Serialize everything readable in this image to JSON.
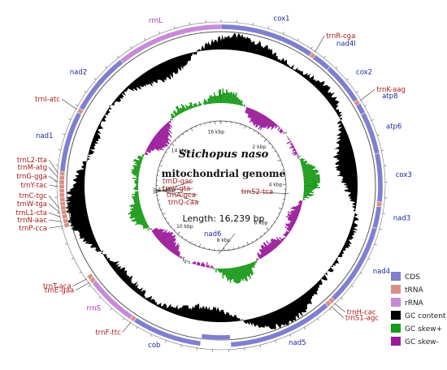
{
  "colors": {
    "CDS": "#7f7fd0",
    "tRNA": "#d98f86",
    "rRNA": "#c88ad8",
    "gc_content": "#000000",
    "gc_skew_pos": "#1a9a1a",
    "gc_skew_neg": "#9a1a9a",
    "label_cds": "#1a2a9a",
    "label_trna": "#aa1a1a",
    "label_rrna": "#aa33bb"
  },
  "title": {
    "species": "Stichopus naso",
    "subtitle": "mitochondrial genome",
    "length": "Length: 16,239 bp"
  },
  "chart_data": {
    "type": "circular-genome",
    "genome_length": 16239,
    "ticks": [
      {
        "pos": 2000,
        "label": "2 kbp"
      },
      {
        "pos": 4000,
        "label": "4 kbp"
      },
      {
        "pos": 6000,
        "label": "6 kbp"
      },
      {
        "pos": 8000,
        "label": "8 kbp"
      },
      {
        "pos": 10000,
        "label": "10 kbp"
      },
      {
        "pos": 12000,
        "label": "12 kbp"
      },
      {
        "pos": 14000,
        "label": "14 kbp"
      },
      {
        "pos": 16000,
        "label": "16 kbp"
      }
    ],
    "features": [
      {
        "name": "cox1",
        "type": "CDS",
        "start": 0,
        "end": 1540,
        "strand": "+"
      },
      {
        "name": "trnR-cga",
        "type": "tRNA",
        "start": 1545,
        "end": 1612,
        "strand": "+"
      },
      {
        "name": "nad4l",
        "type": "CDS",
        "start": 1615,
        "end": 1910,
        "strand": "+"
      },
      {
        "name": "cox2",
        "type": "CDS",
        "start": 1915,
        "end": 2600,
        "strand": "+"
      },
      {
        "name": "trnK-aag",
        "type": "tRNA",
        "start": 2605,
        "end": 2672,
        "strand": "+"
      },
      {
        "name": "atp8",
        "type": "CDS",
        "start": 2675,
        "end": 2840,
        "strand": "+"
      },
      {
        "name": "atp6",
        "type": "CDS",
        "start": 2845,
        "end": 3530,
        "strand": "+"
      },
      {
        "name": "cox3",
        "type": "CDS",
        "start": 3535,
        "end": 4320,
        "strand": "+"
      },
      {
        "name": "trnS2-tca",
        "type": "tRNA",
        "start": 4325,
        "end": 4395,
        "strand": "+"
      },
      {
        "name": "nad3",
        "type": "CDS",
        "start": 4400,
        "end": 4750,
        "strand": "+"
      },
      {
        "name": "nad4",
        "type": "CDS",
        "start": 4755,
        "end": 6100,
        "strand": "+"
      },
      {
        "name": "trnH-cac",
        "type": "tRNA",
        "start": 6105,
        "end": 6172,
        "strand": "+"
      },
      {
        "name": "trnS1-agc",
        "type": "tRNA",
        "start": 6175,
        "end": 6245,
        "strand": "+"
      },
      {
        "name": "nad5",
        "type": "CDS",
        "start": 6250,
        "end": 7960,
        "strand": "+"
      },
      {
        "name": "nad6",
        "type": "CDS",
        "start": 7965,
        "end": 8450,
        "strand": "-"
      },
      {
        "name": "cob",
        "type": "CDS",
        "start": 8455,
        "end": 9590,
        "strand": "+"
      },
      {
        "name": "trnF-ttc",
        "type": "tRNA",
        "start": 9595,
        "end": 9660,
        "strand": "+"
      },
      {
        "name": "rrnS",
        "type": "rRNA",
        "start": 9665,
        "end": 10500,
        "strand": "+"
      },
      {
        "name": "trnE-gaa",
        "type": "tRNA",
        "start": 10505,
        "end": 10572,
        "strand": "+"
      },
      {
        "name": "trnT-aca",
        "type": "tRNA",
        "start": 10575,
        "end": 10645,
        "strand": "+"
      },
      {
        "name": "trnP-cca",
        "type": "tRNA",
        "start": 11500,
        "end": 11567,
        "strand": "+"
      },
      {
        "name": "trnN-aac",
        "type": "tRNA",
        "start": 11570,
        "end": 11640,
        "strand": "+"
      },
      {
        "name": "trnL1-cta",
        "type": "tRNA",
        "start": 11645,
        "end": 11712,
        "strand": "+"
      },
      {
        "name": "trnW-tga",
        "type": "tRNA",
        "start": 11715,
        "end": 11783,
        "strand": "+"
      },
      {
        "name": "trnC-tgc",
        "type": "tRNA",
        "start": 11786,
        "end": 11852,
        "strand": "+"
      },
      {
        "name": "trnD-gac",
        "type": "tRNA",
        "start": 11855,
        "end": 11922,
        "strand": "+"
      },
      {
        "name": "trnV-gta",
        "type": "tRNA",
        "start": 11925,
        "end": 11992,
        "strand": "+"
      },
      {
        "name": "trnA-gca",
        "type": "tRNA",
        "start": 11995,
        "end": 12062,
        "strand": "+"
      },
      {
        "name": "trnQ-caa",
        "type": "tRNA",
        "start": 12065,
        "end": 12132,
        "strand": "+"
      },
      {
        "name": "trnY-tac",
        "type": "tRNA",
        "start": 12135,
        "end": 12202,
        "strand": "+"
      },
      {
        "name": "trnG-gga",
        "type": "tRNA",
        "start": 12205,
        "end": 12272,
        "strand": "+"
      },
      {
        "name": "trnM-atg",
        "type": "tRNA",
        "start": 12275,
        "end": 12342,
        "strand": "+"
      },
      {
        "name": "trnL2-tta",
        "type": "tRNA",
        "start": 12345,
        "end": 12412,
        "strand": "+"
      },
      {
        "name": "nad1",
        "type": "CDS",
        "start": 12415,
        "end": 13400,
        "strand": "+"
      },
      {
        "name": "trnI-atc",
        "type": "tRNA",
        "start": 13405,
        "end": 13475,
        "strand": "+"
      },
      {
        "name": "nad2",
        "type": "CDS",
        "start": 13480,
        "end": 14500,
        "strand": "+"
      },
      {
        "name": "rrnL",
        "type": "rRNA",
        "start": 14505,
        "end": 16239,
        "strand": "+"
      }
    ],
    "legend": [
      {
        "label": "CDS",
        "color": "#7f7fd0"
      },
      {
        "label": "tRNA",
        "color": "#d98f86"
      },
      {
        "label": "rRNA",
        "color": "#c88ad8"
      },
      {
        "label": "GC content",
        "color": "#000000"
      },
      {
        "label": "GC skew+",
        "color": "#1a9a1a"
      },
      {
        "label": "GC skew-",
        "color": "#9a1a9a"
      }
    ]
  }
}
